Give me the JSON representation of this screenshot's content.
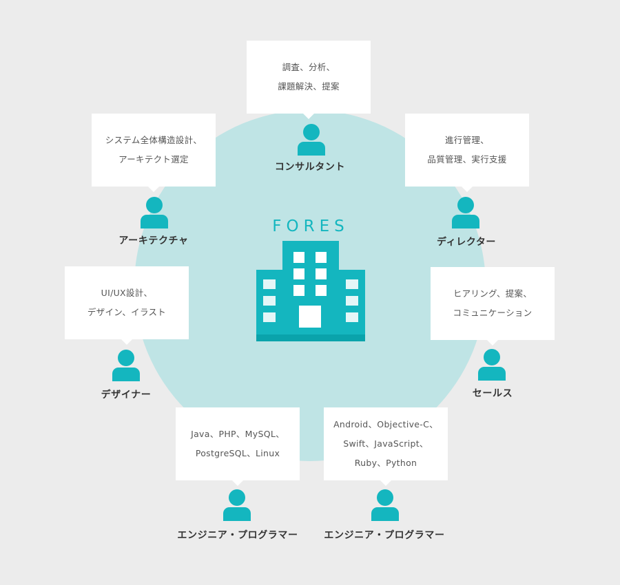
{
  "center": {
    "logo_text": "FORES"
  },
  "roles": [
    {
      "id": "consultant",
      "label": "コンサルタント",
      "lines": [
        "調査、分析、",
        "課題解決、提案"
      ]
    },
    {
      "id": "director",
      "label": "ディレクター",
      "lines": [
        "進行管理、",
        "品質管理、実行支援"
      ]
    },
    {
      "id": "architect",
      "label": "アーキテクチャ",
      "lines": [
        "システム全体構造設計、",
        "アーキテクト選定"
      ]
    },
    {
      "id": "designer",
      "label": "デザイナー",
      "lines": [
        "UI/UX設計、",
        "デザイン、イラスト"
      ]
    },
    {
      "id": "sales",
      "label": "セールス",
      "lines": [
        "ヒアリング、提案、",
        "コミュニケーション"
      ]
    },
    {
      "id": "engineer-web",
      "label": "エンジニア・プログラマー",
      "lines": [
        "Java、PHP、MySQL、",
        "PostgreSQL、Linux"
      ]
    },
    {
      "id": "engineer-mobile",
      "label": "エンジニア・プログラマー",
      "lines": [
        "Android、Objective-C、",
        "Swift、JavaScript、",
        "Ruby、Python"
      ]
    }
  ],
  "colors": {
    "accent": "#14b6bf",
    "circle": "#bfe4e5",
    "background": "#ececec",
    "building_dark": "#0aa3ab"
  }
}
